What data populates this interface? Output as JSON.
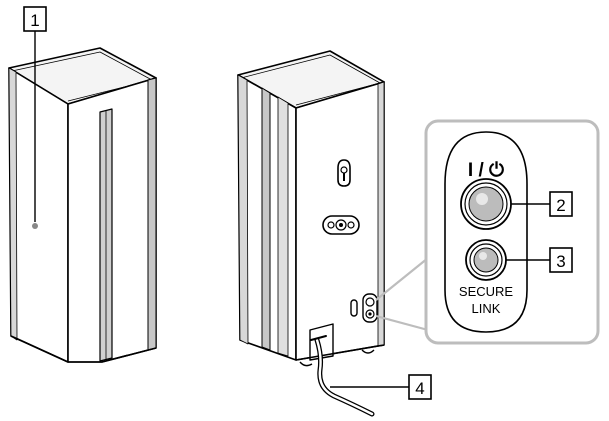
{
  "callouts": {
    "c1": "1",
    "c2": "2",
    "c3": "3",
    "c4": "4"
  },
  "panel": {
    "power_label": "I / ⏻",
    "secure_line1": "SECURE",
    "secure_line2": "LINK"
  },
  "colors": {
    "line": "#000000",
    "shade": "#c8c8c8",
    "face": "#f2f2f2",
    "background": "#ffffff"
  },
  "icons": {
    "power": "power-icon"
  }
}
